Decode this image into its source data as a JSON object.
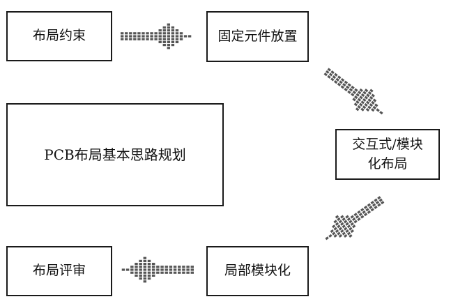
{
  "diagram": {
    "nodes": {
      "layout_constraints": "布局约束",
      "fixed_components": "固定元件放置",
      "main_plan": "PCB布局基本思路规划",
      "interactive_line1": "交互式/模块",
      "interactive_line2": "化布局",
      "modular": "局部模块化",
      "review": "布局评审"
    },
    "edges": [
      {
        "from": "layout_constraints",
        "to": "fixed_components"
      },
      {
        "from": "fixed_components",
        "to": "interactive"
      },
      {
        "from": "interactive",
        "to": "modular"
      },
      {
        "from": "modular",
        "to": "review"
      }
    ],
    "colors": {
      "arrow": "#555555",
      "border": "#1a1a1a"
    }
  }
}
